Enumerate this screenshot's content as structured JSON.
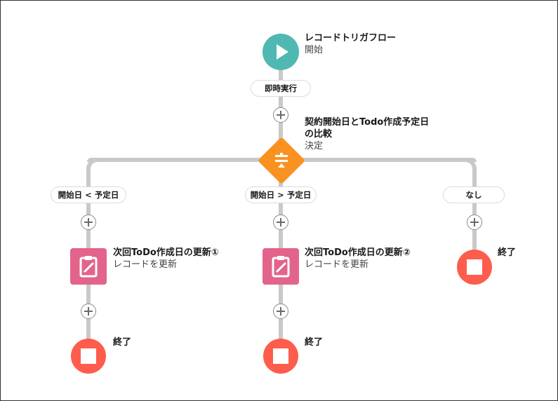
{
  "start": {
    "title": "レコードトリガフロー",
    "subtitle": "開始",
    "icon": "play-icon",
    "color": "#4fb8b2"
  },
  "schedule_label": "即時実行",
  "decision": {
    "title_line1": "契約開始日とTodo作成予定日",
    "title_line2": "の比較",
    "subtitle": "決定",
    "icon": "decision-icon",
    "color": "#f99221"
  },
  "outcomes": [
    {
      "label": "開始日 < 予定日"
    },
    {
      "label": "開始日 > 予定日"
    },
    {
      "label": "なし"
    }
  ],
  "updates": [
    {
      "title": "次回ToDo作成日の更新①",
      "subtitle": "レコードを更新",
      "icon": "clipboard-edit-icon",
      "color": "#e3648b"
    },
    {
      "title": "次回ToDo作成日の更新②",
      "subtitle": "レコードを更新",
      "icon": "clipboard-edit-icon",
      "color": "#e3648b"
    }
  ],
  "end_label": "終了",
  "end_color": "#fe5c4c"
}
